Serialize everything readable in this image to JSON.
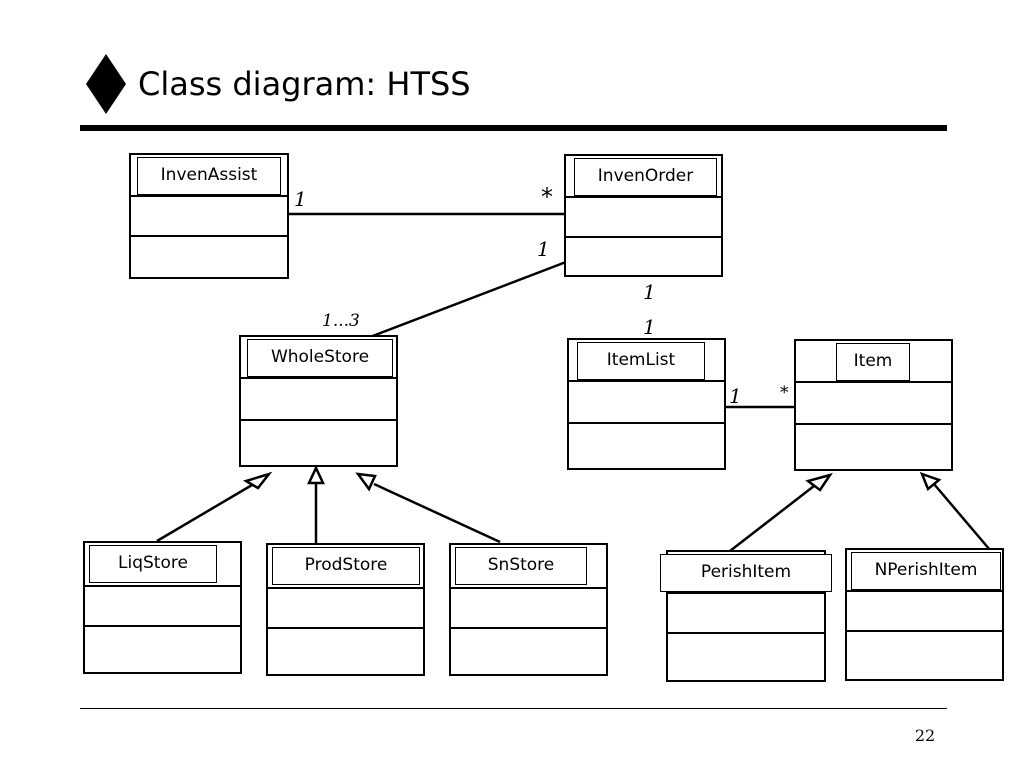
{
  "slide": {
    "title": "Class diagram: HTSS",
    "page_number": "22"
  },
  "classes": {
    "inven_assist": "InvenAssist",
    "inven_order": "InvenOrder",
    "whole_store": "WholeStore",
    "item_list": "ItemList",
    "item": "Item",
    "liq_store": "LiqStore",
    "prod_store": "ProdStore",
    "sn_store": "SnStore",
    "perish_item": "PerishItem",
    "nperish_item": "NPerishItem"
  },
  "multiplicities": {
    "assist_order_left": "1",
    "assist_order_right": "*",
    "order_whole_top": "1",
    "order_whole_bottom": "1...3",
    "order_itemlist_top": "1",
    "order_itemlist_bottom": "1",
    "itemlist_item_left": "1",
    "itemlist_item_right": "*"
  }
}
